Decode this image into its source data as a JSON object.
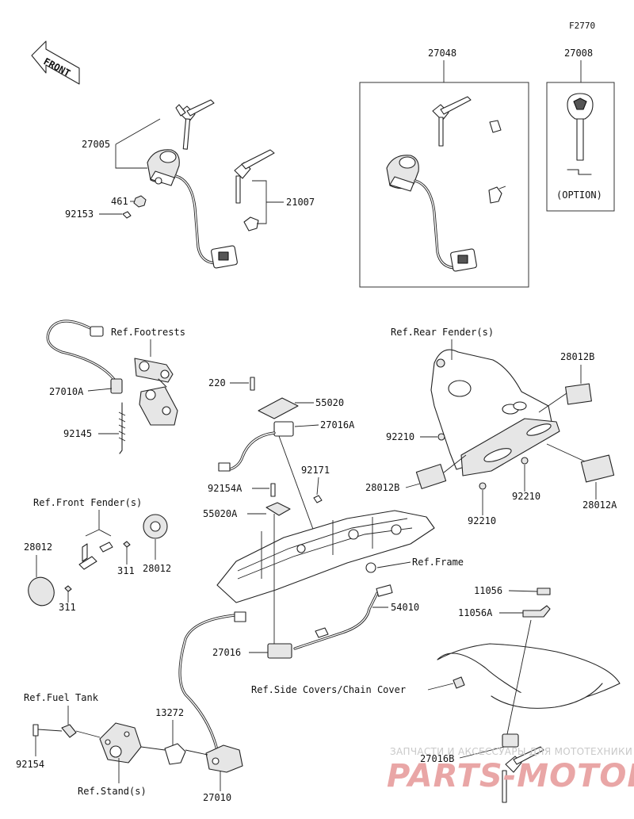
{
  "diagram_code": "F2770",
  "front_label": "FRONT",
  "option_label": "(OPTION)",
  "parts": {
    "p27048": "27048",
    "p27008": "27008",
    "p27005": "27005",
    "p461": "461",
    "p92153": "92153",
    "p21007": "21007",
    "p27010A": "27010A",
    "p92145": "92145",
    "p220": "220",
    "p55020": "55020",
    "p27016A": "27016A",
    "p92171": "92171",
    "p92154A": "92154A",
    "p55020A": "55020A",
    "p28012B_top": "28012B",
    "p92210_a": "92210",
    "p28012B": "28012B",
    "p92210_b": "92210",
    "p92210_c": "92210",
    "p28012A": "28012A",
    "p28012_left": "28012",
    "p311_a": "311",
    "p28012_right": "28012",
    "p311_b": "311",
    "p54010": "54010",
    "p27016": "27016",
    "p11056": "11056",
    "p11056A": "11056A",
    "p13272": "13272",
    "p92154": "92154",
    "p27010": "27010",
    "p27016B": "27016B"
  },
  "refs": {
    "footrests": "Ref.Footrests",
    "rear_fender": "Ref.Rear Fender(s)",
    "front_fender": "Ref.Front Fender(s)",
    "frame": "Ref.Frame",
    "side_covers": "Ref.Side Covers/Chain Cover",
    "fuel_tank": "Ref.Fuel Tank",
    "stand": "Ref.Stand(s)"
  },
  "watermark": {
    "line1": "ЗАПЧАСТИ И АКСЕССУАРЫ ДЛЯ МОТОТЕХНИКИ",
    "line2": "PARTS-MOTOR.RU"
  }
}
